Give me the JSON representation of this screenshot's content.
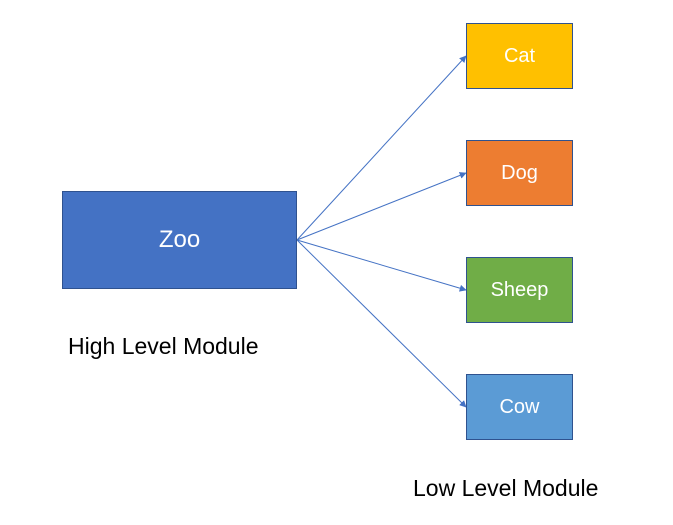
{
  "colors": {
    "zoo": "#4472c4",
    "cat": "#ffc000",
    "dog": "#ed7d31",
    "sheep": "#70ad47",
    "cow": "#5b9bd5",
    "arrow": "#4472c4"
  },
  "high_module": {
    "label": "Zoo",
    "caption": "High Level Module"
  },
  "low_modules": [
    {
      "label": "Cat"
    },
    {
      "label": "Dog"
    },
    {
      "label": "Sheep"
    },
    {
      "label": "Cow"
    }
  ],
  "low_caption": "Low Level Module"
}
